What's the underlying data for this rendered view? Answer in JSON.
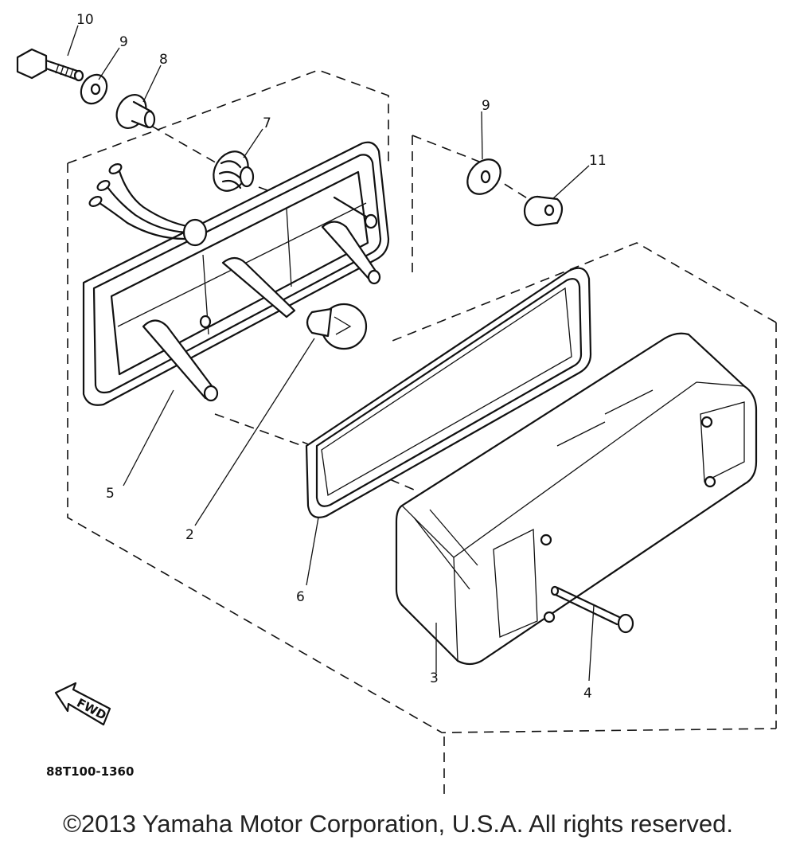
{
  "diagram": {
    "callouts": {
      "c10": "10",
      "c9a": "9",
      "c8": "8",
      "c7": "7",
      "c9b": "9",
      "c11": "11",
      "c5": "5",
      "c2": "2",
      "c6": "6",
      "c3": "3",
      "c4": "4"
    },
    "fwd_label": "FWD",
    "part_code": "88T100-1360"
  },
  "footer": {
    "copyright": "©2013 Yamaha Motor Corporation, U.S.A. All rights reserved."
  }
}
